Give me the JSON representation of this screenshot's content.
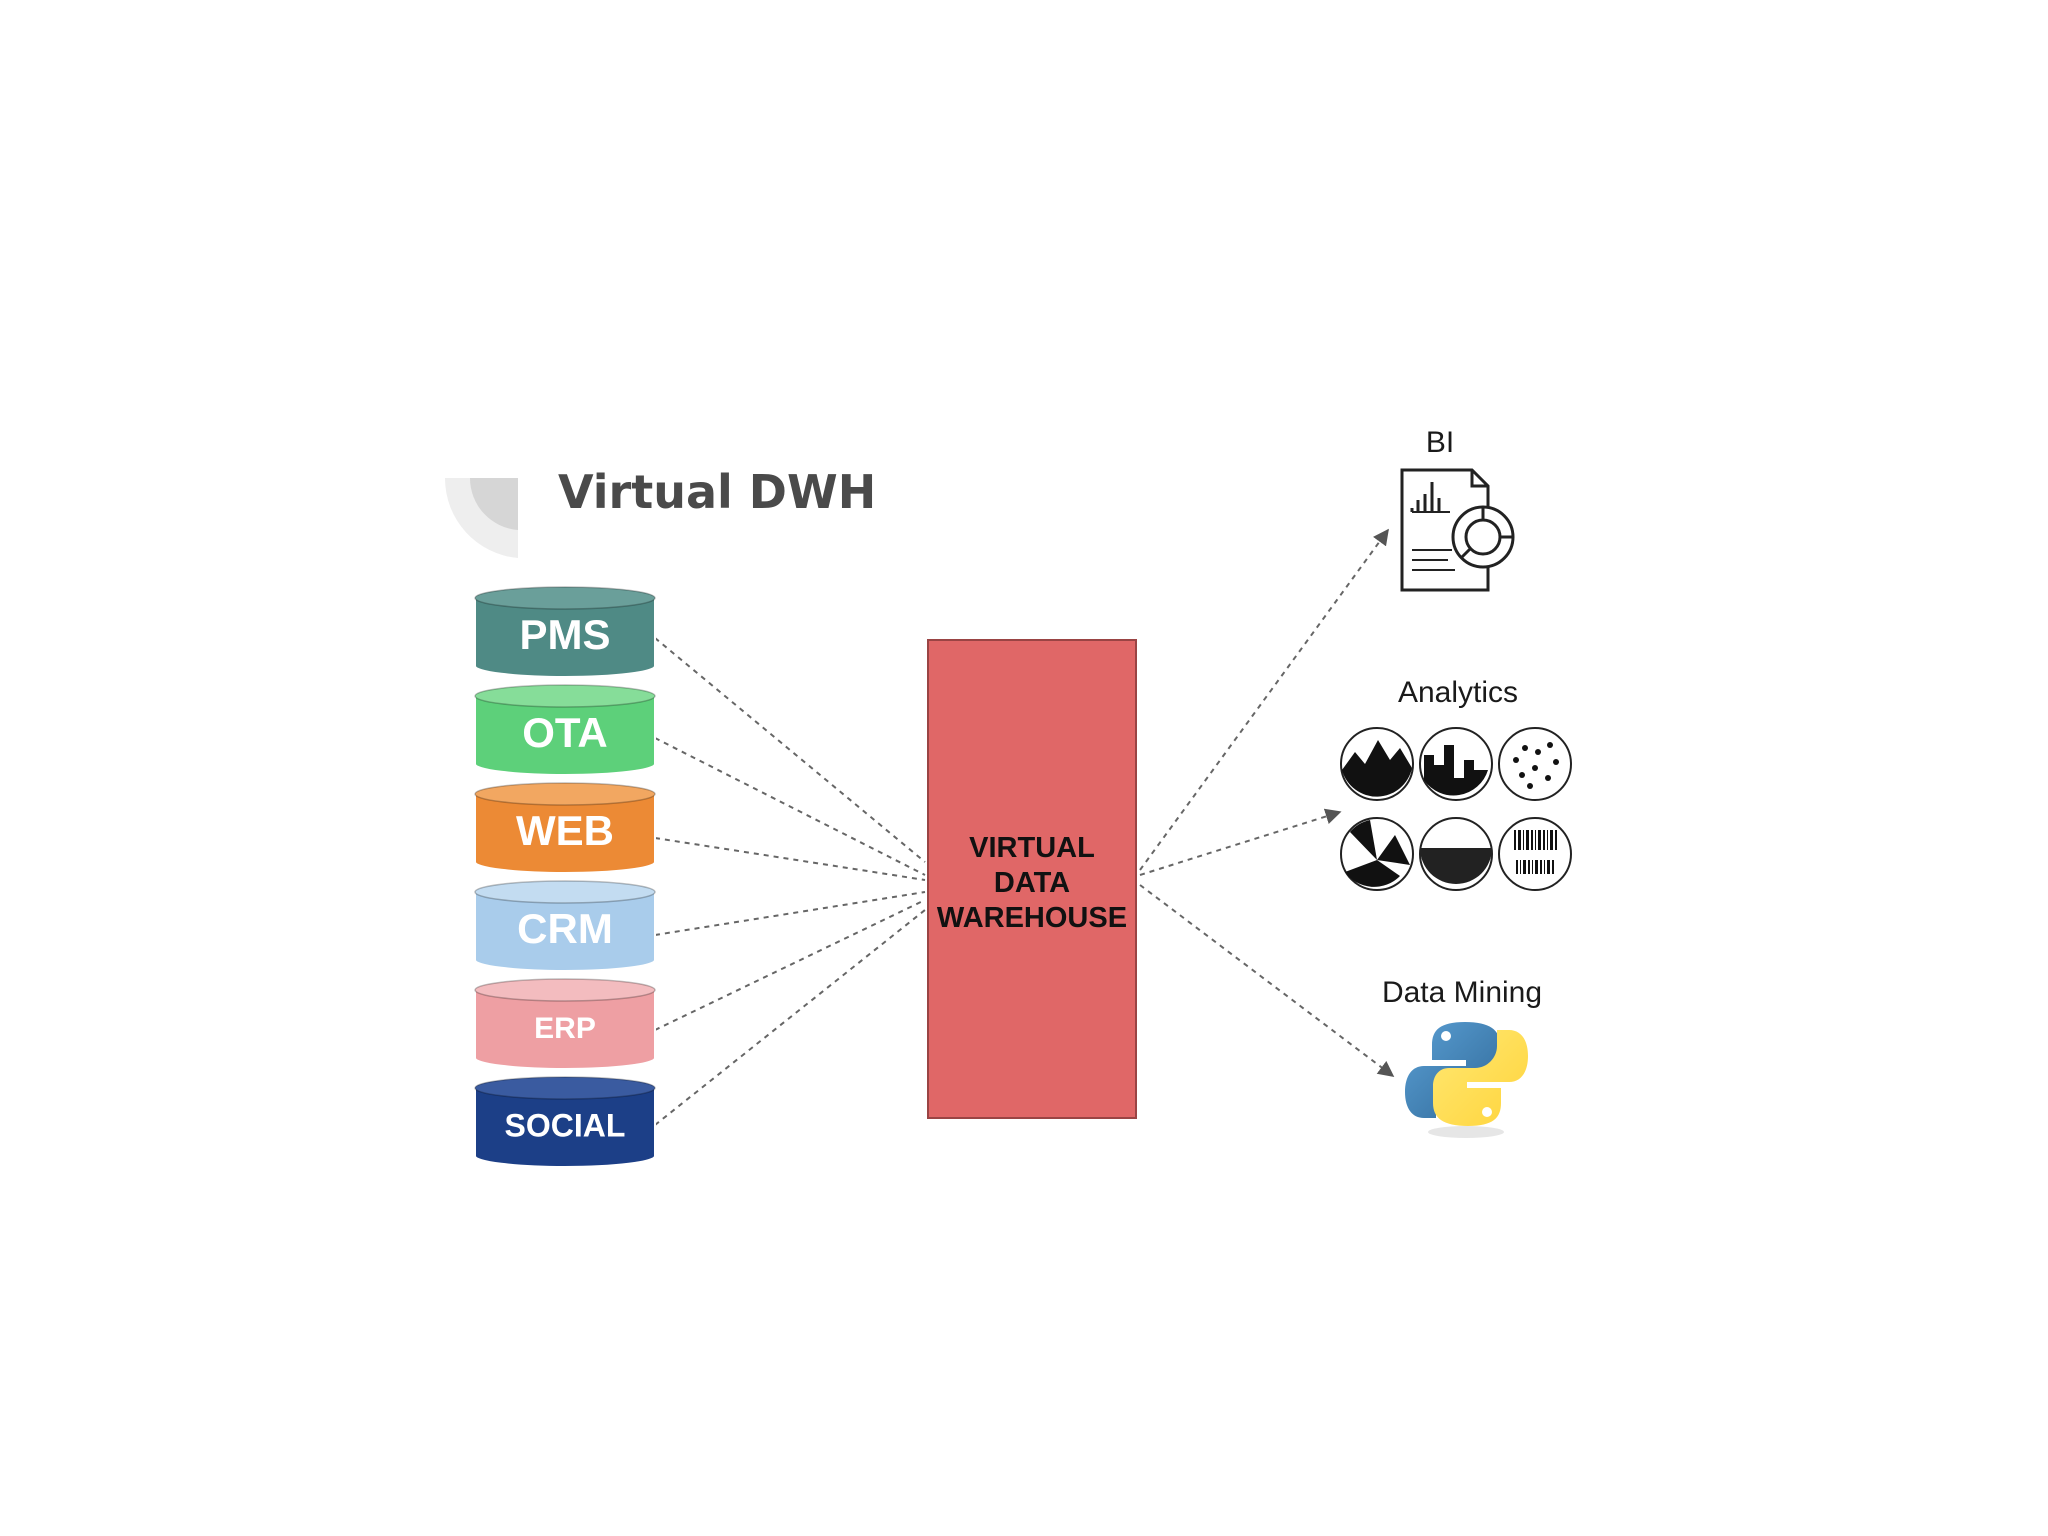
{
  "title": "Virtual DWH",
  "sources": [
    {
      "label": "PMS",
      "color": "#4f8a85",
      "top": "#6a9f9a"
    },
    {
      "label": "OTA",
      "color": "#5dd07a",
      "top": "#86dd99"
    },
    {
      "label": "WEB",
      "color": "#ec8a35",
      "top": "#f2a761"
    },
    {
      "label": "CRM",
      "color": "#a9cceb",
      "top": "#c3dcf1"
    },
    {
      "label": "ERP",
      "color": "#ee9fa3",
      "top": "#f3bcbf"
    },
    {
      "label": "SOCIAL",
      "color": "#1c3f87",
      "top": "#3a5ba0"
    }
  ],
  "center": {
    "lines": [
      "VIRTUAL",
      "DATA",
      "WAREHOUSE"
    ],
    "color": "#e06767"
  },
  "outputs": {
    "bi": {
      "label": "BI",
      "icon": "bi-report-icon"
    },
    "analytics": {
      "label": "Analytics",
      "icon": "analytics-charts-icon"
    },
    "mining": {
      "label": "Data Mining",
      "icon": "python-logo-icon"
    }
  }
}
